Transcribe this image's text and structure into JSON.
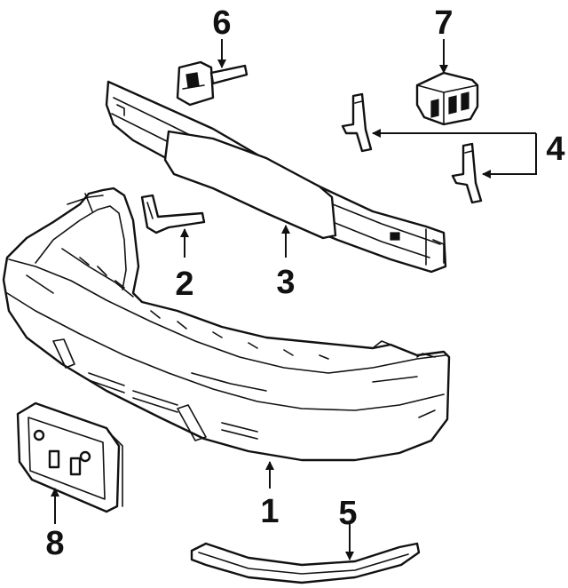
{
  "diagram": {
    "callouts": [
      {
        "id": "1",
        "label": "1"
      },
      {
        "id": "2",
        "label": "2"
      },
      {
        "id": "3",
        "label": "3"
      },
      {
        "id": "4",
        "label": "4"
      },
      {
        "id": "5",
        "label": "5"
      },
      {
        "id": "6",
        "label": "6"
      },
      {
        "id": "7",
        "label": "7"
      },
      {
        "id": "8",
        "label": "8"
      }
    ],
    "parts": [
      {
        "id": "bumper-cover",
        "callout": "1"
      },
      {
        "id": "side-bracket",
        "callout": "2"
      },
      {
        "id": "impact-bar",
        "callout": "3"
      },
      {
        "id": "mounting-brackets",
        "callout": "4"
      },
      {
        "id": "trim-strip",
        "callout": "5"
      },
      {
        "id": "upper-bracket",
        "callout": "6"
      },
      {
        "id": "energy-absorber",
        "callout": "7"
      },
      {
        "id": "license-bracket",
        "callout": "8"
      }
    ]
  }
}
